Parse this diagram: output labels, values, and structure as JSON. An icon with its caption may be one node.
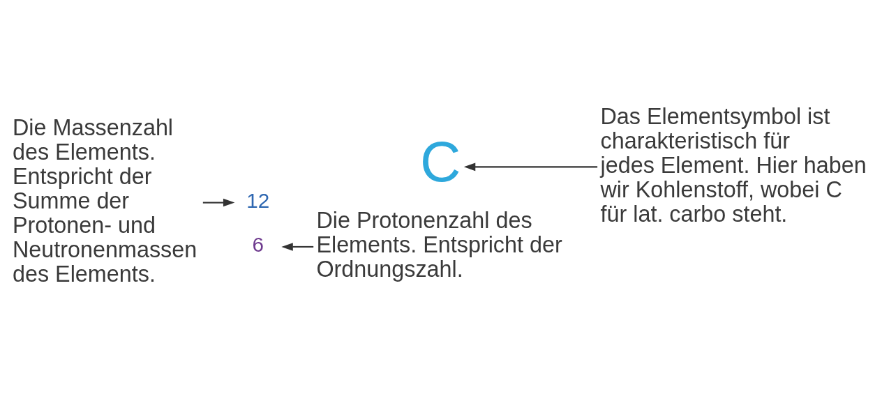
{
  "diagram": {
    "nodes": [
      {
        "text": [
          "Die Massenzahl des Elements. Entspricht der Summe der Protonen- und Neutronenmassen des Elements."
        ]
      },
      {
        "text": [
          "12"
        ]
      },
      {
        "text": [
          "C"
        ]
      },
      {
        "text": [
          "6"
        ]
      },
      {
        "text": [
          "Das Elementsymbol ist charakteristisch für jedes Element. Hier haben wir Kohlenstoff, wobei C für lat. carbo steht."
        ]
      },
      {
        "text": [
          "Die Protonenzahl des Elements. Entspricht der Ordnungszahl."
        ]
      }
    ],
    "edges": [
      {
        "from": 0,
        "to": 1,
        "arrow": "to"
      },
      {
        "from": 4,
        "to": 2,
        "arrow": "to"
      },
      {
        "from": 5,
        "to": 3,
        "arrow": "to"
      }
    ]
  }
}
